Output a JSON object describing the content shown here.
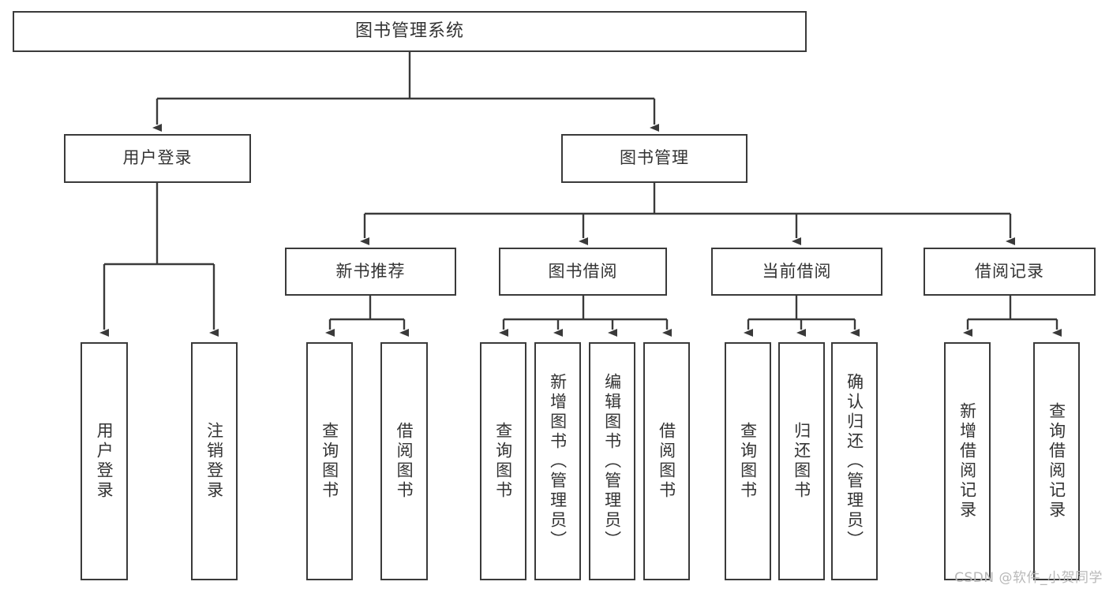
{
  "diagram": {
    "type": "tree-hierarchy",
    "title": "图书管理系统",
    "root": {
      "label": "图书管理系统"
    },
    "level2": [
      {
        "id": "user-login",
        "label": "用户登录"
      },
      {
        "id": "book-management",
        "label": "图书管理"
      }
    ],
    "level3": [
      {
        "id": "new-book-recommend",
        "label": "新书推荐",
        "parent": "book-management"
      },
      {
        "id": "book-borrow",
        "label": "图书借阅",
        "parent": "book-management"
      },
      {
        "id": "current-borrow",
        "label": "当前借阅",
        "parent": "book-management"
      },
      {
        "id": "borrow-record",
        "label": "借阅记录",
        "parent": "book-management"
      }
    ],
    "leaves": [
      {
        "id": "leaf-user-login",
        "label": "用户登录",
        "parent": "user-login"
      },
      {
        "id": "leaf-logout-login",
        "label": "注销登录",
        "parent": "user-login"
      },
      {
        "id": "leaf-query-book-1",
        "label": "查询图书",
        "parent": "new-book-recommend"
      },
      {
        "id": "leaf-borrow-book-1",
        "label": "借阅图书",
        "parent": "new-book-recommend"
      },
      {
        "id": "leaf-query-book-2",
        "label": "查询图书",
        "parent": "book-borrow"
      },
      {
        "id": "leaf-add-book",
        "label": "新增图书（管理员）",
        "parent": "book-borrow"
      },
      {
        "id": "leaf-edit-book",
        "label": "编辑图书（管理员）",
        "parent": "book-borrow"
      },
      {
        "id": "leaf-borrow-book-2",
        "label": "借阅图书",
        "parent": "book-borrow"
      },
      {
        "id": "leaf-query-book-3",
        "label": "查询图书",
        "parent": "current-borrow"
      },
      {
        "id": "leaf-return-book",
        "label": "归还图书",
        "parent": "current-borrow"
      },
      {
        "id": "leaf-confirm-return",
        "label": "确认归还（管理员）",
        "parent": "current-borrow"
      },
      {
        "id": "leaf-add-record",
        "label": "新增借阅记录",
        "parent": "borrow-record"
      },
      {
        "id": "leaf-query-record",
        "label": "查询借阅记录",
        "parent": "borrow-record"
      }
    ],
    "colors": {
      "box_border": "#3a3a3a",
      "box_fill": "#ffffff",
      "connector": "#3a3a3a",
      "text": "#333333",
      "watermark": "#b8b8b8",
      "background": "#ffffff"
    }
  },
  "watermark": {
    "text": "CSDN @软件_小贺同学"
  }
}
